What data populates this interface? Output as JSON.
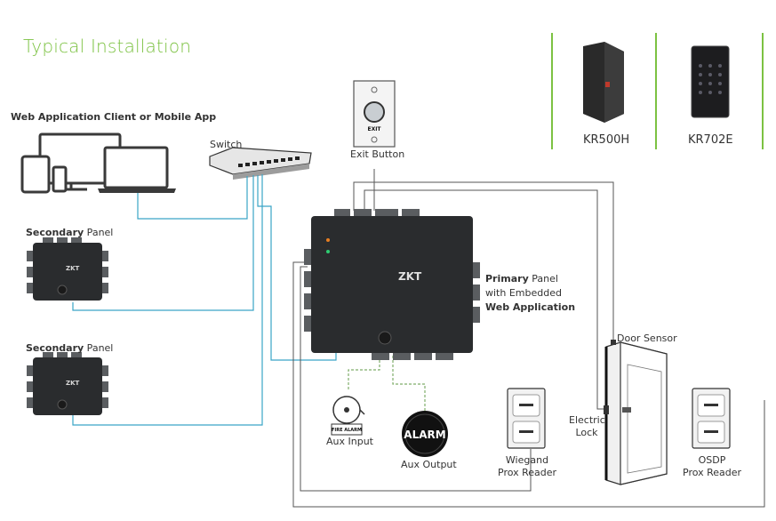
{
  "title": "Typical Installation",
  "client_label": "Web Application Client or Mobile App",
  "switch_label": "Switch",
  "exit_button": {
    "label": "Exit Button",
    "face_text": "EXIT"
  },
  "secondary_panel_1": {
    "bold": "Secondary",
    "rest": " Panel"
  },
  "secondary_panel_2": {
    "bold": "Secondary",
    "rest": " Panel"
  },
  "primary_panel": {
    "line1_bold": "Primary",
    "line1_rest": " Panel",
    "line2": "with Embedded",
    "line3": "Web Application"
  },
  "panel_logo": "ZKT",
  "readers": {
    "kr500h": "KR500H",
    "kr702e": "KR702E"
  },
  "door_sensor": "Door Sensor",
  "electric_lock": {
    "line1": "Electric",
    "line2": "Lock"
  },
  "aux_input": {
    "label": "Aux Input",
    "fire_text": "FIRE ALARM"
  },
  "aux_output": {
    "label": "Aux  Output",
    "alarm_text": "ALARM"
  },
  "wiegand_reader": {
    "line1": "Wiegand",
    "line2": "Prox Reader"
  },
  "osdp_reader": {
    "line1": "OSDP",
    "line2": "Prox Reader"
  },
  "colors": {
    "accent_green": "#7cc242",
    "wire_blue": "#3aa5c6",
    "wire_grey": "#555555",
    "wire_dotted": "#7fae6a",
    "panel": "#2a2c2e"
  }
}
